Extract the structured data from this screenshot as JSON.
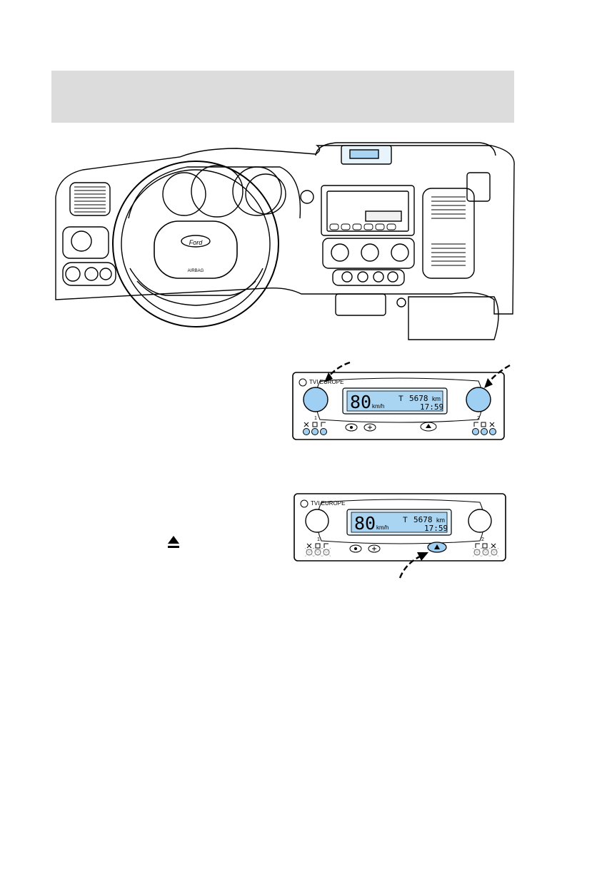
{
  "header": {
    "text": ""
  },
  "dashboard": {
    "steering_badge": "Ford",
    "airbag_label": "AIRBAG"
  },
  "tachograph_panel_1": {
    "brand": "TVI EUROPE",
    "speed": "80",
    "speed_unit": "km/h",
    "mode": "T",
    "odometer": "5678",
    "odometer_unit": "km",
    "time": "17:59",
    "driver_1": "1",
    "driver_2": "2"
  },
  "tachograph_panel_2": {
    "brand": "TVI EUROPE",
    "speed": "80",
    "speed_unit": "km/h",
    "mode": "T",
    "odometer": "5678",
    "odometer_unit": "km",
    "time": "17:59",
    "driver_1": "1",
    "driver_2": "2"
  },
  "icons": {
    "eject": "eject-icon",
    "arrow": "arrow-icon",
    "tool": "hammer-icon",
    "rest": "bed-icon"
  },
  "colors": {
    "header_bg": "#dcdcdc",
    "lcd_bg": "#a9d4f2",
    "knob_highlight": "#9fd0f3",
    "line": "#000000"
  }
}
